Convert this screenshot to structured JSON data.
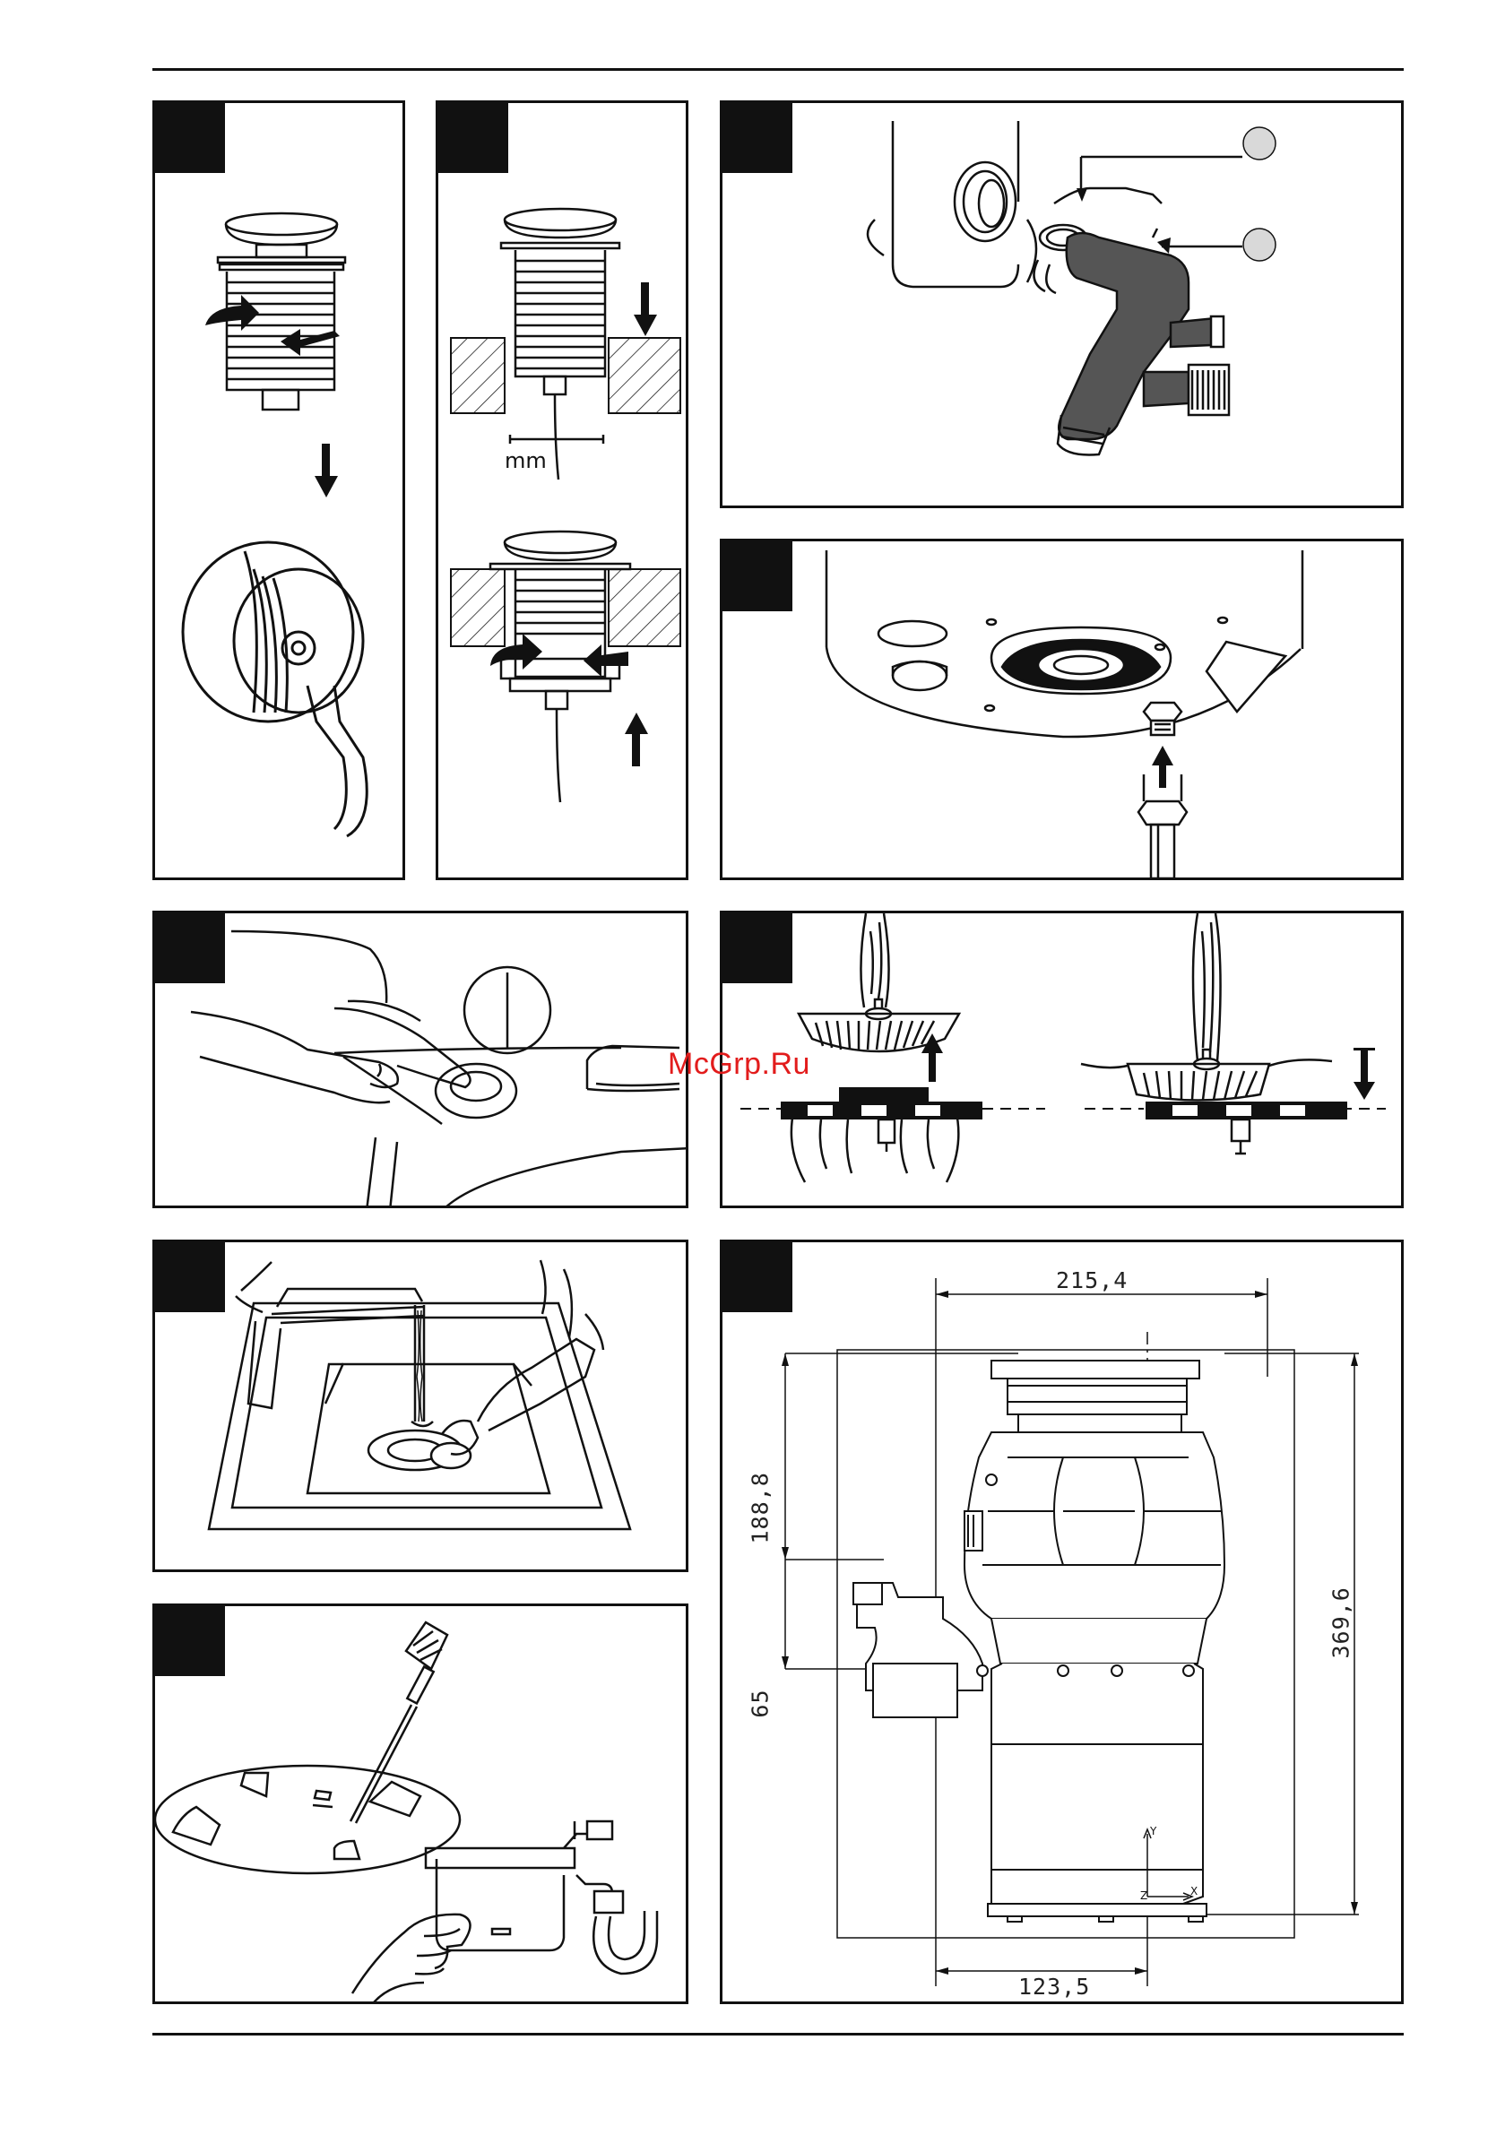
{
  "watermark": "McGrp.Ru",
  "panel_b": {
    "unit_label": "mm"
  },
  "panel_i": {
    "dim_top": "215,4",
    "dim_left_upper": "188,8",
    "dim_left_lower": "65",
    "dim_right": "369,6",
    "dim_bottom": "123,5",
    "axis_y": "Y",
    "axis_x": "X",
    "axis_z": "Z"
  },
  "colors": {
    "line": "#111111",
    "dark_part": "#555555",
    "callout": "#d9d9d9",
    "watermark": "#e21c1c"
  }
}
